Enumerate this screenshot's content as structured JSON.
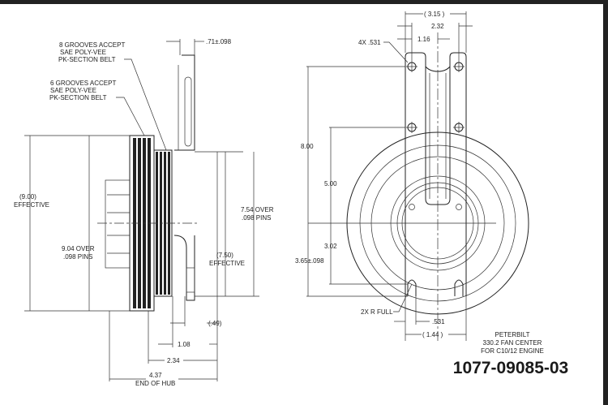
{
  "side_view": {
    "note_8_grooves": [
      "8 GROOVES ACCEPT",
      "SAE POLY-VEE",
      "PK-SECTION BELT"
    ],
    "note_6_grooves": [
      "6 GROOVES ACCEPT",
      "SAE POLY-VEE",
      "PK-SECTION BELT"
    ],
    "dim_thickness": ".71±.098",
    "dim_900": [
      "(9.00)",
      "EFFECTIVE"
    ],
    "dim_904": [
      "9.04 OVER",
      ".098 PINS"
    ],
    "dim_754": [
      "7.54 OVER",
      ".098 PINS"
    ],
    "dim_750": [
      "(7.50)",
      "EFFECTIVE"
    ],
    "dim_049": "(.49)",
    "dim_108": "1.08",
    "dim_234": "2.34",
    "dim_437": [
      "4.37",
      "END OF HUB"
    ]
  },
  "front_view": {
    "dim_315": "( 3.15 )",
    "dim_232": "2.32",
    "dim_116": "1.16",
    "hole_note": "4X .531",
    "dim_800": "8.00",
    "dim_500": "5.00",
    "dim_302": "3.02",
    "dim_365": "3.65±.098",
    "slot_note": "2X R FULL",
    "dim_531": ".531",
    "dim_144": "( 1.44 )"
  },
  "title_block": {
    "lines": [
      "PETERBILT",
      "330.2 FAN CENTER",
      "FOR C10/12 ENGINE"
    ],
    "part_number": "1077-09085-03"
  }
}
